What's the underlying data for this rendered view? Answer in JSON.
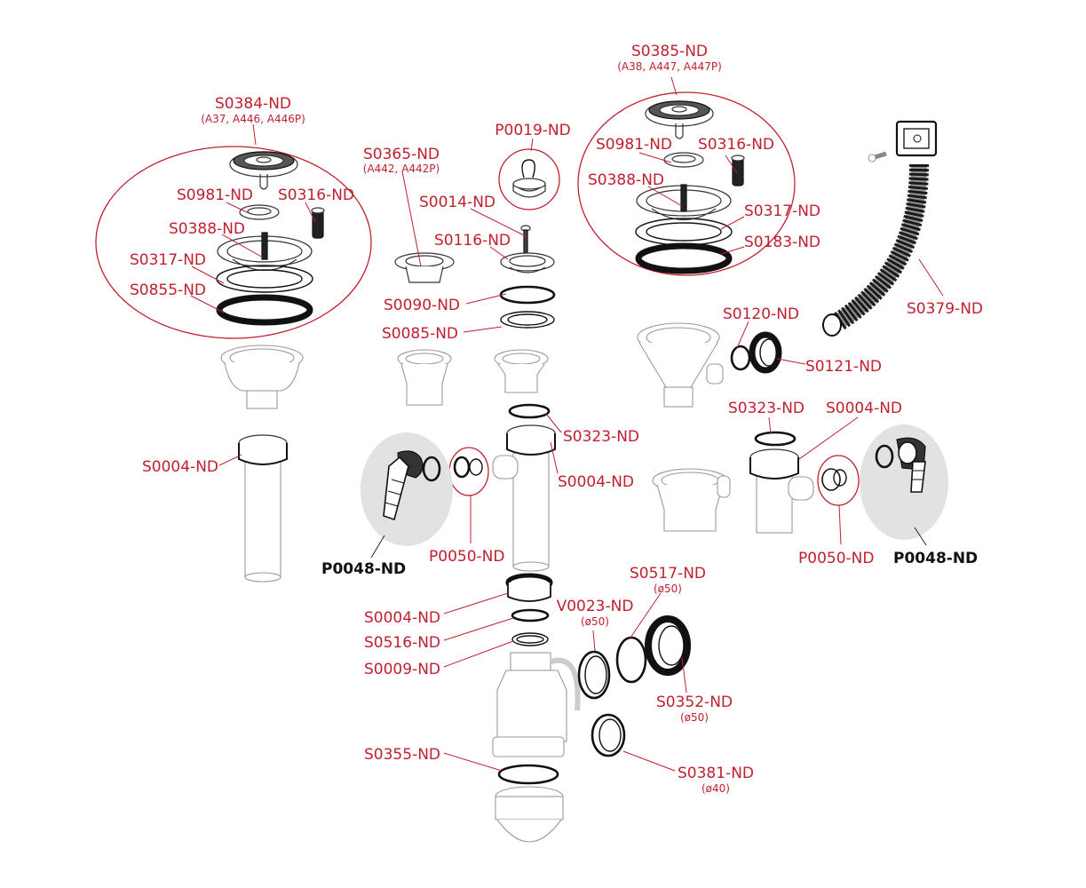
{
  "title": "Sink waste kit exploded parts diagram",
  "colors": {
    "label": "#c0202e",
    "leader": "#c0202e",
    "highlight_label": "#111111",
    "highlight_bg": "#e2e2e2"
  },
  "groups": {
    "left_basket": {
      "code": "S0384-ND",
      "models": "(A37, A446, A446P)"
    },
    "right_basket": {
      "code": "S0385-ND",
      "models": "(A38, A447, A447P)"
    },
    "small_plug_flange": {
      "code": "S0365-ND",
      "models": "(A442, A442P)"
    },
    "plug": {
      "code": "P0019-ND"
    }
  },
  "labels": {
    "left_S0981": "S0981-ND",
    "left_S0316": "S0316-ND",
    "left_S0388": "S0388-ND",
    "left_S0317": "S0317-ND",
    "left_S0855": "S0855-ND",
    "right_S0981": "S0981-ND",
    "right_S0316": "S0316-ND",
    "right_S0388": "S0388-ND",
    "right_S0317": "S0317-ND",
    "right_S0183": "S0183-ND",
    "S0014": "S0014-ND",
    "S0116": "S0116-ND",
    "S0090": "S0090-ND",
    "S0085": "S0085-ND",
    "S0379": "S0379-ND",
    "S0120": "S0120-ND",
    "S0121": "S0121-ND",
    "S0323_mid": "S0323-ND",
    "S0004_mid": "S0004-ND",
    "S0004_left": "S0004-ND",
    "P0050_mid": "P0050-ND",
    "P0048_left": "P0048-ND",
    "S0323_right": "S0323-ND",
    "S0004_right": "S0004-ND",
    "P0050_right": "P0050-ND",
    "P0048_right": "P0048-ND",
    "S0004_low": "S0004-ND",
    "S0516": "S0516-ND",
    "S0009": "S0009-ND",
    "V0023": "V0023-ND",
    "V0023_dia": "(ø50)",
    "S0517": "S0517-ND",
    "S0517_dia": "(ø50)",
    "S0352": "S0352-ND",
    "S0352_dia": "(ø50)",
    "S0355": "S0355-ND",
    "S0381": "S0381-ND",
    "S0381_dia": "(ø40)"
  }
}
